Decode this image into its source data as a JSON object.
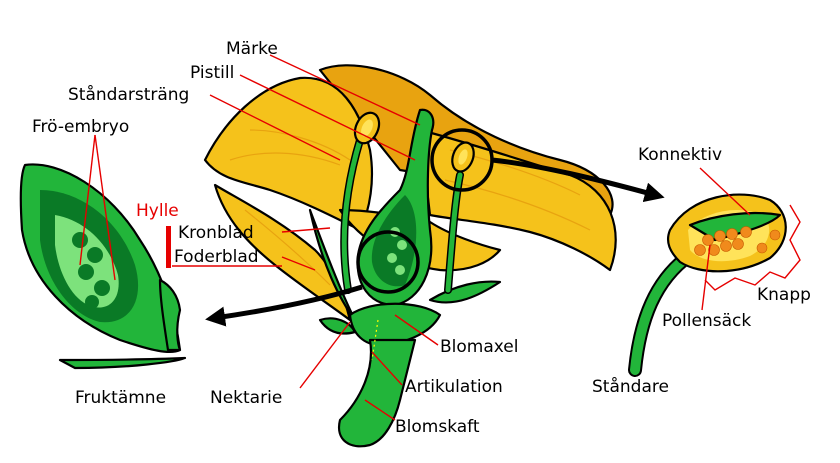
{
  "colors": {
    "petal": "#f5c21b",
    "petal_dark": "#e8a310",
    "green": "#22b53a",
    "green_dark": "#0a7a26",
    "green_light": "#7de27c",
    "pollen": "#f08a1c",
    "leader": "#e60000",
    "hylle": "#e60000"
  },
  "labels": {
    "marke": "Märke",
    "pistill": "Pistill",
    "standarstrang": "Ståndarsträng",
    "fro_embryo": "Frö-embryo",
    "hylle": "Hylle",
    "kronblad": "Kronblad",
    "foderblad": "Foderblad",
    "fruktamne": "Fruktämne",
    "nektarie": "Nektarie",
    "blomaxel": "Blomaxel",
    "artikulation": "Artikulation",
    "blomskaft": "Blomskaft",
    "konnektiv": "Konnektiv",
    "knapp": "Knapp",
    "pollensack": "Pollensäck",
    "standare": "Ståndare"
  }
}
